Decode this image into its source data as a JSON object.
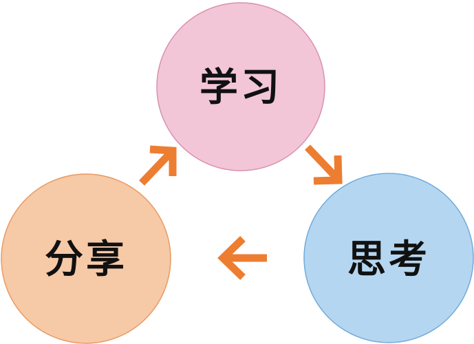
{
  "nodes": {
    "learn": {
      "label": "学习",
      "fill": "#F2C6D6",
      "stroke": "#D98FAF"
    },
    "think": {
      "label": "思考",
      "fill": "#B5D6F0",
      "stroke": "#6FAADB"
    },
    "share": {
      "label": "分享",
      "fill": "#F6C9A7",
      "stroke": "#E89A62"
    }
  },
  "arrow_color": "#ED7D31",
  "flow": [
    "学习",
    "思考",
    "分享"
  ]
}
